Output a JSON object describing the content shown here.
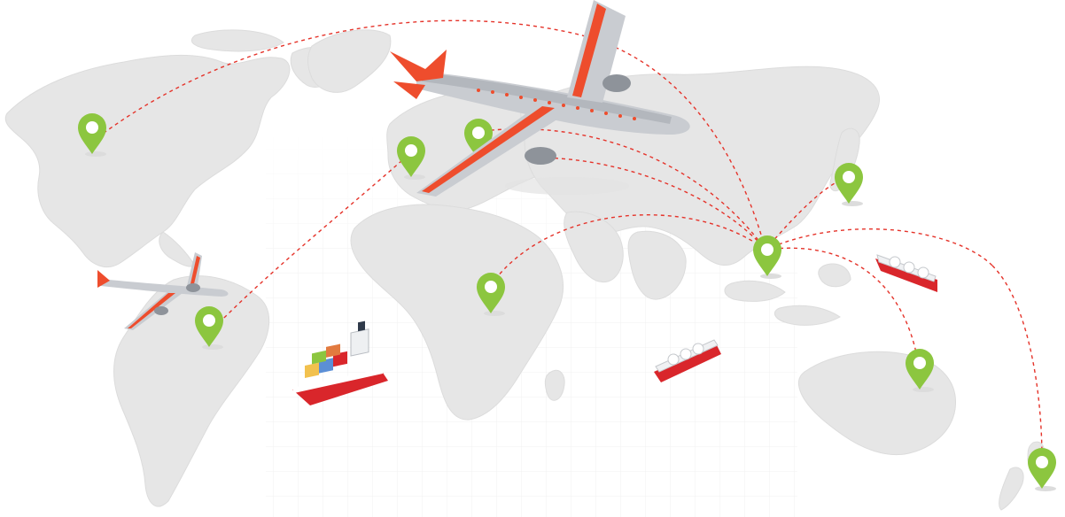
{
  "scene": {
    "colors": {
      "land": "#e6e6e6",
      "land_shadow": "#d6d6d6",
      "grid": "#ececec",
      "route": "#e5332a",
      "pin": "#8cc63f",
      "pin_dark": "#6fa62c",
      "plane_body": "#c9ccd1",
      "plane_accent": "#ee4d2d",
      "ship_hull": "#d9262b"
    },
    "icons": {
      "pin": "map-pin-icon",
      "plane": "airplane-icon",
      "ship": "cargo-ship-icon"
    },
    "counts_visible": {
      "pins": 9,
      "planes": 2,
      "ships": 3
    }
  }
}
